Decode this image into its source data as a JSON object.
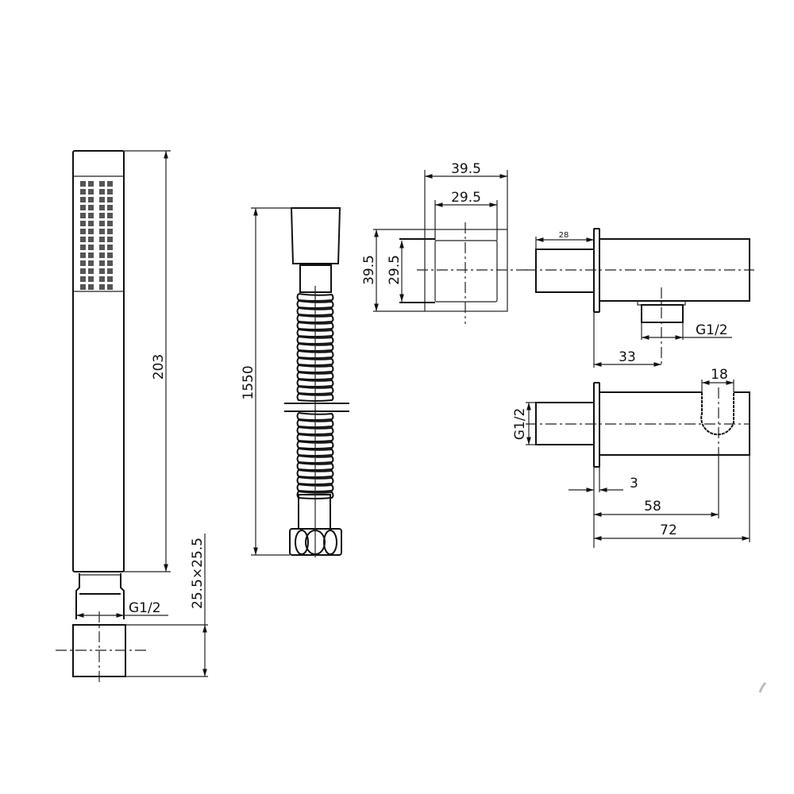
{
  "drawing": {
    "type": "technical dimension drawing",
    "subject": "shower handset, hose and wall outlet elbow",
    "line_color": "#111111",
    "background": "#ffffff"
  },
  "handset": {
    "length": "203",
    "connector": "G1/2",
    "section": "25.5×25.5"
  },
  "hose": {
    "length": "1550"
  },
  "wall_outlet_front": {
    "outer_width": "39.5",
    "inner_width": "29.5",
    "outer_height": "39.5",
    "inner_height": "29.5"
  },
  "wall_outlet_side": {
    "inlet_length": "28",
    "outlet_thread": "G1/2",
    "outlet_offset": "33"
  },
  "wall_outlet_top": {
    "inlet_thread": "G1/2",
    "holder_width": "18",
    "flange": "3",
    "holder_position": "58",
    "overall_length": "72"
  }
}
